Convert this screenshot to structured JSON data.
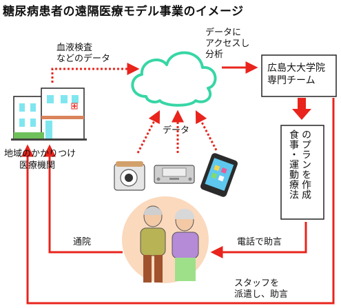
{
  "title": "糖尿病患者の遠隔医療モデル事業のイメージ",
  "nodes": {
    "clinic_line1": "地域のかかりつけ",
    "clinic_line2": "医療機関",
    "university_line1": "広島大大学院",
    "university_line2": "専門チーム",
    "plan_line1": "食事・運動療法",
    "plan_line2": "のプランを作成"
  },
  "flows": {
    "blood_line1": "血液検査",
    "blood_line2": "などのデータ",
    "access_line1": "データに",
    "access_line2": "アクセスし",
    "access_line3": "分析",
    "data": "データ",
    "phone_advice": "電話で助言",
    "visit": "通院",
    "staff_line1": "スタッフを",
    "staff_line2": "派遣し、助言"
  },
  "colors": {
    "arrow": "#e8241c",
    "cloud": "#37d6a5",
    "patient_circle": "#fbd9bd",
    "box_border": "#222222"
  },
  "icons": [
    "clinic-building-icon",
    "cloud-icon",
    "blood-pressure-monitor-icon",
    "scale-icon",
    "smartphone-icon",
    "elderly-couple-icon"
  ]
}
